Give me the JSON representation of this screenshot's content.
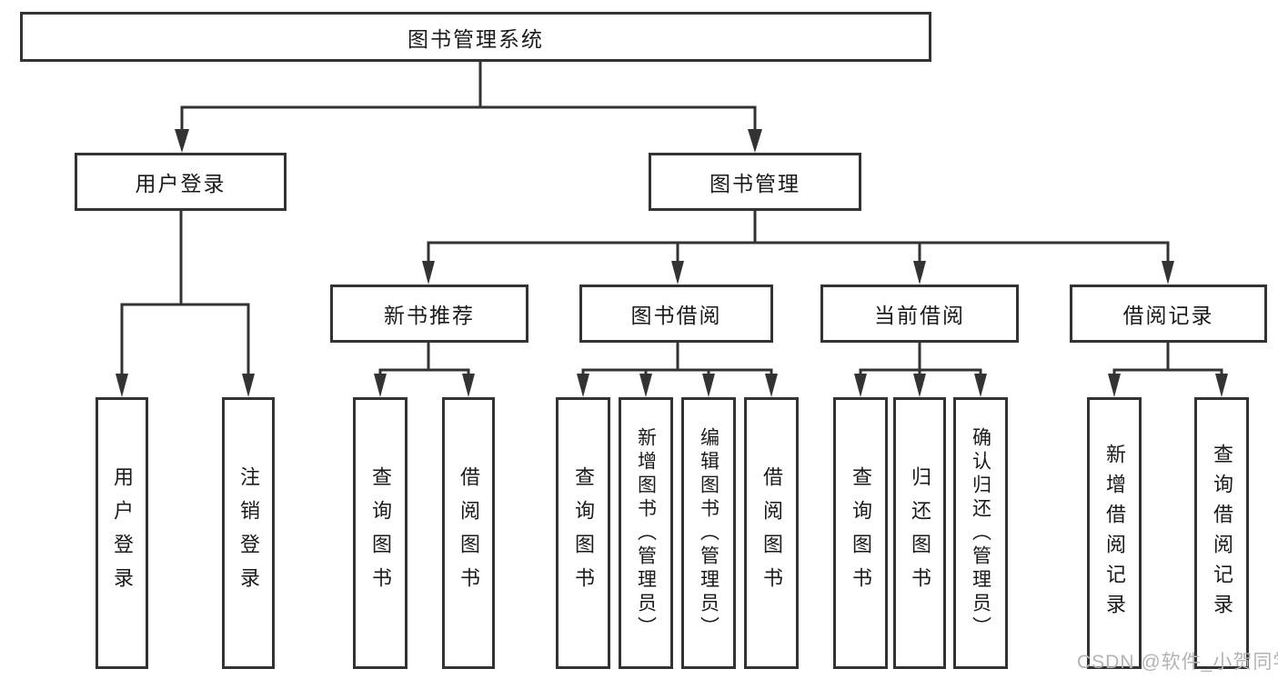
{
  "diagram": {
    "root": {
      "label": "图书管理系统"
    },
    "level2": [
      {
        "label": "用户登录"
      },
      {
        "label": "图书管理"
      }
    ],
    "level3": [
      {
        "label": "新书推荐"
      },
      {
        "label": "图书借阅"
      },
      {
        "label": "当前借阅"
      },
      {
        "label": "借阅记录"
      }
    ],
    "leaves": {
      "user_login": [
        "用户登录",
        "注销登录"
      ],
      "new_book": [
        "查询图书",
        "借阅图书"
      ],
      "book_borrow": [
        "查询图书",
        "新增图书（管理员）",
        "编辑图书（管理员）",
        "借阅图书"
      ],
      "current_borrow": [
        "查询图书",
        "归还图书",
        "确认归还（管理员）"
      ],
      "borrow_record": [
        "新增借阅记录",
        "查询借阅记录"
      ]
    }
  },
  "watermark": {
    "text": "CSDN @软件_小贺同学"
  },
  "colors": {
    "line": "#333333",
    "border": "#333333",
    "background": "#ffffff",
    "text": "#1a1a1a",
    "watermark": "#b3b3b3"
  }
}
